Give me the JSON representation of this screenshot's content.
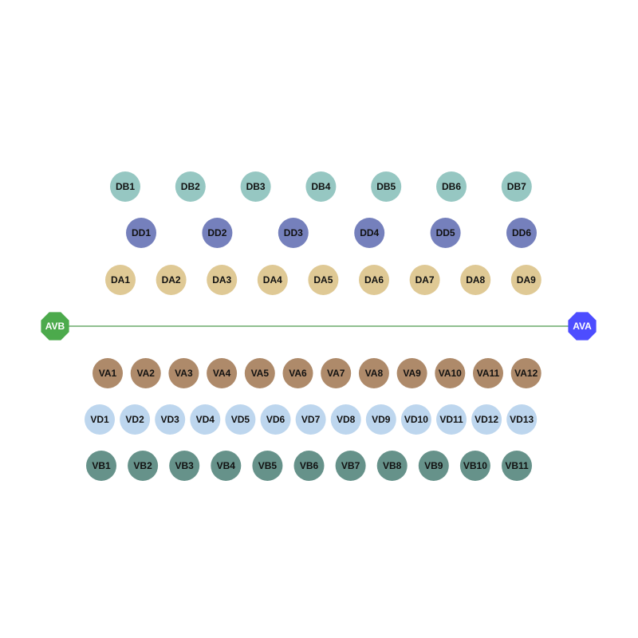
{
  "hubs": {
    "left": {
      "label": "AVB",
      "color": "#4caa4c"
    },
    "right": {
      "label": "AVA",
      "color": "#4d4dff"
    },
    "edge_color": "#6aaa6a"
  },
  "rows": [
    {
      "id": "DB",
      "color": "#96c7c2",
      "nodes": [
        "DB1",
        "DB2",
        "DB3",
        "DB4",
        "DB5",
        "DB6",
        "DB7"
      ]
    },
    {
      "id": "DD",
      "color": "#7580bc",
      "nodes": [
        "DD1",
        "DD2",
        "DD3",
        "DD4",
        "DD5",
        "DD6"
      ]
    },
    {
      "id": "DA",
      "color": "#dfc995",
      "nodes": [
        "DA1",
        "DA2",
        "DA3",
        "DA4",
        "DA5",
        "DA6",
        "DA7",
        "DA8",
        "DA9"
      ]
    },
    {
      "id": "VA",
      "color": "#ae8a6a",
      "nodes": [
        "VA1",
        "VA2",
        "VA3",
        "VA4",
        "VA5",
        "VA6",
        "VA7",
        "VA8",
        "VA9",
        "VA10",
        "VA11",
        "VA12"
      ]
    },
    {
      "id": "VD",
      "color": "#bdd6ee",
      "nodes": [
        "VD1",
        "VD2",
        "VD3",
        "VD4",
        "VD5",
        "VD6",
        "VD7",
        "VD8",
        "VD9",
        "VD10",
        "VD11",
        "VD12",
        "VD13"
      ]
    },
    {
      "id": "VB",
      "color": "#66928a",
      "nodes": [
        "VB1",
        "VB2",
        "VB3",
        "VB4",
        "VB5",
        "VB6",
        "VB7",
        "VB8",
        "VB9",
        "VB10",
        "VB11"
      ]
    }
  ]
}
